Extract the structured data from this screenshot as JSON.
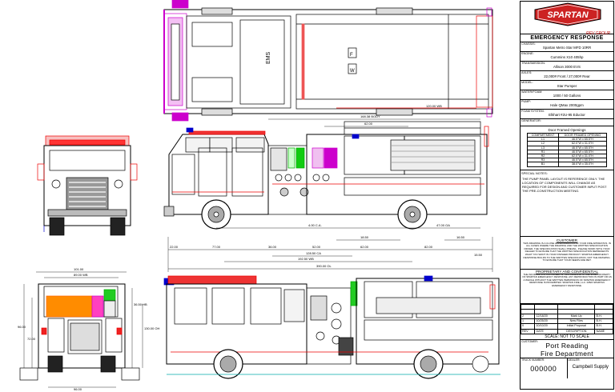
{
  "brand": {
    "name": "SPARTAN",
    "sub": "REV GROUP"
  },
  "views": {
    "top": {
      "ems_label": "EMS",
      "box_f": "F",
      "box_w": "W",
      "length_dim": "120.00 WB"
    },
    "side": {
      "body_dim": "168.38 BODY",
      "inner_dim": "62.00",
      "wheelbase_dim": "4.00 C.A.",
      "rear_dim": "47.00 OA",
      "dims_row": [
        "22.00",
        "77.00",
        "36.00",
        "52.00",
        "62.00",
        "82.00",
        "15.50"
      ],
      "sub_dims": [
        "18.50",
        "16.50"
      ],
      "center_dims": [
        "128.50 CA",
        "192.50 WB"
      ],
      "overall": "390.00 OL"
    },
    "rear": {
      "w_top": "101.00",
      "w_inner": "89.00 WB",
      "h_left": "96.00",
      "h_inner": "72.00",
      "h_right": "36.50 HB",
      "h_right2": "130.00 OH",
      "w_bottom": "96.00"
    }
  },
  "title_block": {
    "heading": "EMERGENCY RESPONSE",
    "specs": [
      {
        "label": "CHASSIS:",
        "value": "Spartan Metro Star MFD 10RR"
      },
      {
        "label": "ENGINE:",
        "value": "Cummins X10 405hp"
      },
      {
        "label": "TRANSMISSION:",
        "value": "Allison 3000 EVS"
      },
      {
        "label": "AXLES:",
        "value": "22,000# Front / 27,000# Rear"
      },
      {
        "label": "MODEL:",
        "value": "Star Pumper"
      },
      {
        "label": "WATER/FOAM:",
        "value": "1000 / 50 Gallons"
      },
      {
        "label": "PUMP:",
        "value": "Hale QMax 2000gpm"
      },
      {
        "label": "FOAM SYSTEM:",
        "value": "Elkhart #2U-95 Eductor"
      },
      {
        "label": "GENERATOR:",
        "value": ""
      }
    ],
    "door_table": {
      "title": "Door Framed Openings",
      "headers": [
        "COMPARTMENT",
        "DOOR FRAMED OPENING"
      ],
      "rows": [
        [
          "L1",
          "46.5\"W x 65.5\"H"
        ],
        [
          "L2",
          "62.0\"W x 31.0\"H"
        ],
        [
          "L3",
          "46.5\"W x 65.5\"H"
        ],
        [
          "R1",
          "46.5\"W x 65.5\"H"
        ],
        [
          "R2",
          "62.0\"W x 31.0\"H"
        ],
        [
          "R3",
          "46.5\"W x 65.5\"H"
        ],
        [
          "B1",
          "38.0\"W x 35.0\"H"
        ]
      ]
    },
    "special_notes_label": "SPECIAL NOTES:",
    "special_notes": "THE PUMP PANEL LAYOUT IS REFERENCE ONLY. THE LOCATION OF COMPONENTS WILL CHANGE AS REQUIRED FOR DESIGN AND CUSTOMER INPUT POST THE PRE-CONSTRUCTION MEETING.",
    "customer_title": "CUSTOMER",
    "customer_text": "THIS DRAWING IS A CLOSE APPROXIMATION OF YOUR FIRE APPARATUS. IN ALL CASES WHERE THE DRAWING AND THE WRITTEN SPECIFICATION DIFFER, THE SPECIFICATION SHALL PREVAIL. PLEASE WORK WITH YOUR DEALER TO ENSURE THAT THE WRITTEN SPECIFICATION REPRESENTS WHAT YOU WANT IN YOUR FINISHED PRODUCT. SPARTAN EMERGENCY RESPONSE BUILDS TO THE WRITTEN SPECIFICATION, NOT THE DRAWING. TO ENSURE THAT YOUR NEEDS ARE MET.",
    "prop_title": "PROPRIETARY AND CONFIDENTIAL",
    "prop_text": "THE INFORMATION CONTAINED IN THIS DRAWING IS THE SOLE PROPERTY OF SPARTAN EMERGENCY RESPONSE. ANY REPRODUCTION IN PART OR AS A WHOLE WITHOUT THE WRITTEN PERMISSION OF SPARTAN EMERGENCY RESPONSE IS PROHIBITED. SPARTAN FIRE, LLC. D/B/A SPARTAN EMERGENCY RESPONSE.",
    "revisions": [
      {
        "rev": "2",
        "date": "12/18/20",
        "desc": "Mark Up",
        "name": "B.H."
      },
      {
        "rev": "1",
        "date": "10/25/20",
        "desc": "New Files",
        "name": "B.H."
      },
      {
        "rev": "0",
        "date": "10/10/20",
        "desc": "Initial Proposal",
        "name": "B.H."
      }
    ],
    "rev_headers": {
      "rev": "REV",
      "date": "DATE",
      "desc": "DESCRIPTION",
      "name": "NAME"
    },
    "scale": "SCALE: NOT TO SCALE",
    "customer_label": "CUSTOMER:",
    "customer_line1": "Port Reading",
    "customer_line2": "Fire Department",
    "truck_label": "TRUCK NUMBER:",
    "truck_number": "000000",
    "dealer_label": "DEALER:",
    "dealer": "Campbell Supply"
  }
}
